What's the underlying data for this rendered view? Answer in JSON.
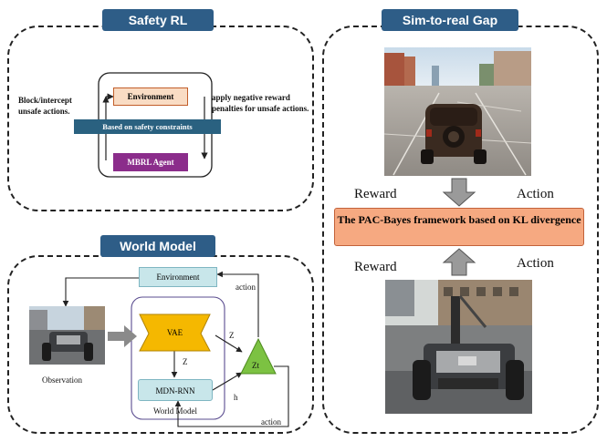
{
  "safety": {
    "title": "Safety RL",
    "environment": "Environment",
    "constraints": "Based on safety constraints",
    "agent": "MBRL Agent",
    "left_note": "Block/intercept unsafe actions.",
    "right_note": "apply negative reward penalties for unsafe actions."
  },
  "sim": {
    "title": "Sim-to-real Gap",
    "reward_top": "Reward",
    "action_top": "Action",
    "framework": "The PAC-Bayes framework based on KL divergence",
    "reward_bottom": "Reward",
    "action_bottom": "Action"
  },
  "world": {
    "title": "World Model",
    "environment": "Environment",
    "observation": "Observation",
    "vae": "VAE",
    "mdn": "MDN-RNN",
    "wm_label": "World Model",
    "zt": "Zt",
    "z1": "Z",
    "z2": "Z",
    "h": "h",
    "action_top": "action",
    "action_bottom": "action"
  },
  "colors": {
    "title_bg": "#2e5d87",
    "env_fill": "#f9dcc4",
    "bar_fill": "#2a6180",
    "agent_fill": "#8b2d8b",
    "framework_fill": "#f6a981",
    "vae_fill": "#f5b800",
    "mdn_fill": "#c8e6ea",
    "triangle_fill": "#7cc242"
  }
}
